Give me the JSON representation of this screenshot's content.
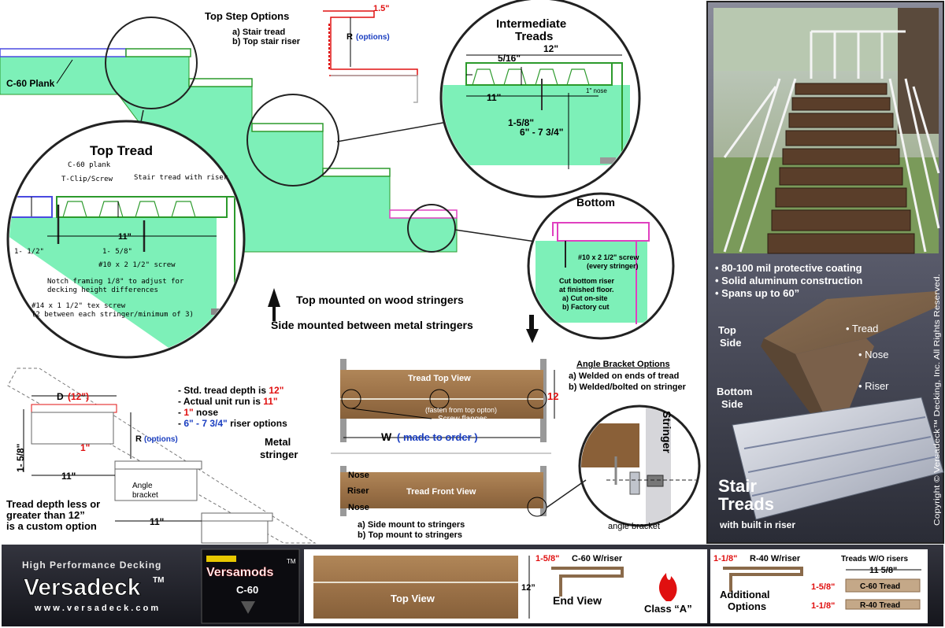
{
  "colors": {
    "framing": "#7df0b8",
    "tread_outline": "#2c9a2c",
    "plank_outline": "#4a4ae0",
    "bottom_outline": "#e040c0",
    "accent_red": "#e01010",
    "accent_blue": "#1a3ec0",
    "tread_brown": "#a4784a",
    "panel_dark": "#3a3c48",
    "footer_bg": "#1e1e26"
  },
  "top_step": {
    "title": "Top Step Options",
    "opt_a": "a) Stair tread",
    "opt_b": "b) Top stair riser",
    "dim_top": "1.5\"",
    "dim_r": "R",
    "dim_r_opt": "(options)"
  },
  "main": {
    "c60_plank": "C-60 Plank"
  },
  "intermediate": {
    "title_line1": "Intermediate",
    "title_line2": "Treads",
    "dim_width": "12\"",
    "dim_gap": "5/16\"",
    "dim_run": "11\"",
    "dim_nose": "1\" nose",
    "dim_depth": "1-5/8\"",
    "dim_riser": "6\" - 7 3/4\""
  },
  "top_tread": {
    "title": "Top Tread",
    "lbl_c60": "C-60 plank",
    "lbl_tclip": "T-Clip/Screw",
    "lbl_tread": "Stair tread with riser",
    "dim_run": "11\"",
    "dim_left": "1- 1/2\"",
    "dim_mid": "1- 5/8\"",
    "lbl_screw": "#10 x 2 1/2\" screw",
    "lbl_notch_1": "Notch framing 1/8\" to adjust for",
    "lbl_notch_2": "decking height differences",
    "lbl_tex_1": "#14 x 1  1/2\" tex screw",
    "lbl_tex_2": "(2 between each stringer/minimum of 3)"
  },
  "bottom": {
    "title": "Bottom",
    "screw_1": "#10 x 2 1/2\" screw",
    "screw_2": "(every stringer)",
    "cut_1": "Cut bottom riser",
    "cut_2": "at finished floor.",
    "cut_a": "a) Cut on-site",
    "cut_b": "b) Factory cut"
  },
  "mounting": {
    "top": "Top mounted on wood stringers",
    "side": "Side mounted between metal stringers"
  },
  "photo": {
    "bullets": [
      "• 80-100 mil protective coating",
      "• Solid aluminum construction",
      "• Spans up to 60”"
    ],
    "top_side_1": "Top",
    "top_side_2": "Side",
    "lbl_tread": "• Tread",
    "lbl_nose": "• Nose",
    "lbl_riser": "• Riser",
    "bottom_side_1": "Bottom",
    "bottom_side_2": "Side",
    "title_1": "Stair",
    "title_2": "Treads",
    "subtitle": "with built in riser",
    "copyright": "Copyright © Versadeck™ Decking, Inc. All Rights Reserved."
  },
  "metal": {
    "dim_d": "D",
    "dim_d_val": "(12\")",
    "dim_r": "R",
    "dim_r_opt": "(options)",
    "dim_1": "1\"",
    "dim_158": "1- 5/8\"",
    "dim_11a": "11\"",
    "dim_11b": "11\"",
    "lbl_angle_1": "Angle",
    "lbl_angle_2": "bracket",
    "lbl_metal_1": "Metal",
    "lbl_metal_2": "stringer",
    "spec_1a": "- Std. tread depth is ",
    "spec_1b": "12\"",
    "spec_2a": "- Actual unit run is ",
    "spec_2b": "11\"",
    "spec_3a": "- ",
    "spec_3b": "1\"",
    "spec_3c": " nose",
    "spec_4a": "- ",
    "spec_4b": "6\" - 7 3/4\"",
    "spec_4c": " riser options",
    "note_1": "Tread depth less or",
    "note_2": "greater than 12”",
    "note_3": "is a custom option"
  },
  "views": {
    "top_view": "Tread Top View",
    "fasten": "(fasten from top opton)",
    "flanges": "Screw flanges",
    "w": "W",
    "w_made": "( made to order )",
    "dim_12": "12",
    "front_view": "Tread Front View",
    "nose_top": "Nose",
    "riser": "Riser",
    "nose_bot": "Nose",
    "mount_a": "a) Side mount to stringers",
    "mount_b": "b) Top mount to stringers",
    "bracket_title": "Angle Bracket Options",
    "bracket_a": "a) Welded on ends of tread",
    "bracket_b": "b) Welded/bolted on stringer",
    "stringer": "Stringer",
    "angle_bracket": "angle bracket"
  },
  "footer": {
    "tagline": "High Performance Decking",
    "brand": "Versadeck",
    "tm": "TM",
    "url": "w w w . v e r s a d e c k . c o m",
    "mods": "Versamods",
    "mods_tm": "TM",
    "model": "C-60",
    "top_view": "Top View",
    "dim_12": "12”",
    "end_dim": "1-5/8\"",
    "end_label": "C-60 W/riser",
    "end_view": "End View",
    "class_a": "Class “A”",
    "r40_dim": "1-1/8\"",
    "r40_label": "R-40 W/riser",
    "additional_1": "Additional",
    "additional_2": "Options",
    "wo_title": "Treads W/O risers",
    "wo_dim": "11 5/8\"",
    "c60_dim": "1-5/8\"",
    "c60_tread": "C-60 Tread",
    "r40_tread_dim": "1-1/8\"",
    "r40_tread": "R-40 Tread"
  }
}
